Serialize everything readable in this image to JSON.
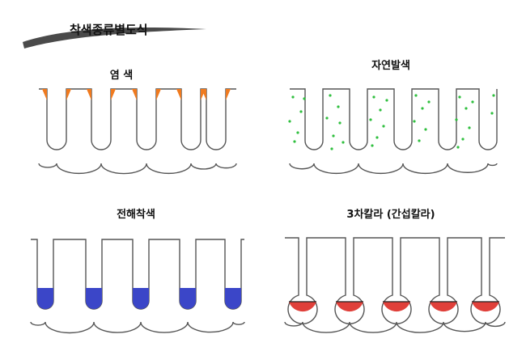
{
  "page_title": "착색종류별도식",
  "panels": [
    {
      "caption": "염   색",
      "type": "dye",
      "color": "#f07a1e"
    },
    {
      "caption": "자연발색",
      "type": "natural",
      "color": "#2fbf3e"
    },
    {
      "caption": "전해착색",
      "type": "electro",
      "color": "#3b46c8"
    },
    {
      "caption": "3차칼라 (간섭칼라)",
      "type": "interference",
      "color": "#e0403a"
    }
  ]
}
